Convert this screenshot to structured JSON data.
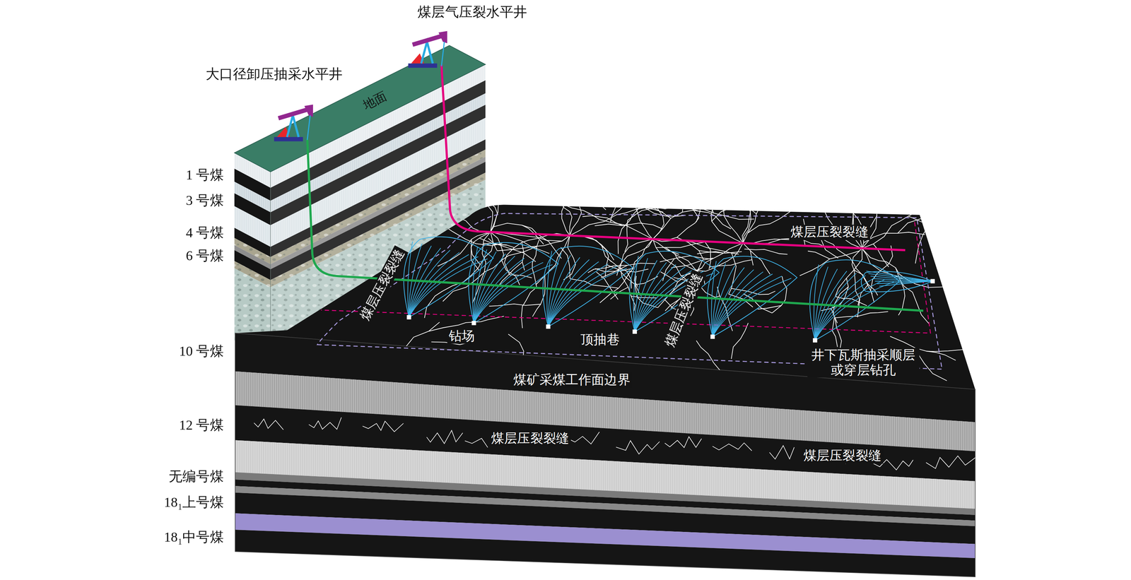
{
  "diagram": {
    "labels": [
      "煤层气压裂水平井",
      "大口径卸压抽采水平井",
      "地面",
      "1 号煤",
      "3 号煤",
      "4 号煤",
      "6 号煤",
      "煤层压裂裂缝",
      "煤层压裂裂缝",
      "煤层压裂裂缝",
      "钻场",
      "顶抽巷",
      "10 号煤",
      "井下瓦斯抽采顺层 或穿层钻孔",
      "煤矿采煤工作面边界",
      "12 号煤",
      "煤层压裂裂缝",
      "煤层压裂裂缝",
      "无编号煤",
      "18₁上号煤",
      "18₁中号煤"
    ]
  }
}
